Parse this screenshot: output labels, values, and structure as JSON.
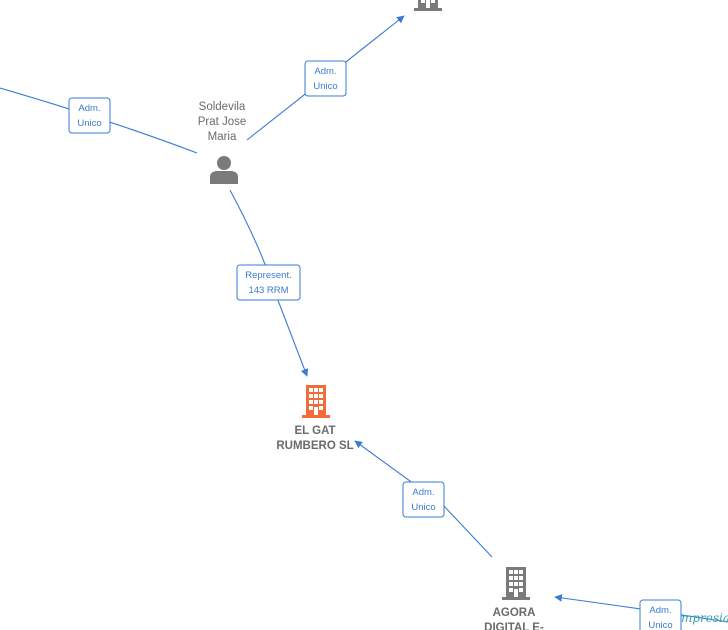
{
  "nodes": [
    {
      "id": "person",
      "kind": "person",
      "label_lines": [
        "Soldevila",
        "Prat Jose",
        "Maria"
      ],
      "color": "#7a7a7a",
      "icon": "person-icon"
    },
    {
      "id": "elgat",
      "kind": "company",
      "label_lines": [
        "EL GAT",
        "RUMBERO  SL"
      ],
      "color": "#f26b3a",
      "bold": true,
      "icon": "building-icon"
    },
    {
      "id": "agora",
      "kind": "company",
      "label_lines": [
        "AGORA",
        "DIGITAL E-"
      ],
      "color": "#7a7a7a",
      "bold": true,
      "icon": "building-icon"
    },
    {
      "id": "topco",
      "kind": "company",
      "label_lines": [],
      "color": "#7a7a7a",
      "icon": "building-icon"
    }
  ],
  "edges": [
    {
      "id": "e-left",
      "label_lines": [
        "Adm.",
        "Unico"
      ]
    },
    {
      "id": "e-top",
      "label_lines": [
        "Adm.",
        "Unico"
      ]
    },
    {
      "id": "e-represent",
      "label_lines": [
        "Represent.",
        "143 RRM"
      ]
    },
    {
      "id": "e-agora",
      "label_lines": [
        "Adm.",
        "Unico"
      ]
    },
    {
      "id": "e-right",
      "label_lines": [
        "Adm.",
        "Unico"
      ]
    }
  ],
  "edge_color": "#3a7bd5",
  "watermark": "mpresia"
}
